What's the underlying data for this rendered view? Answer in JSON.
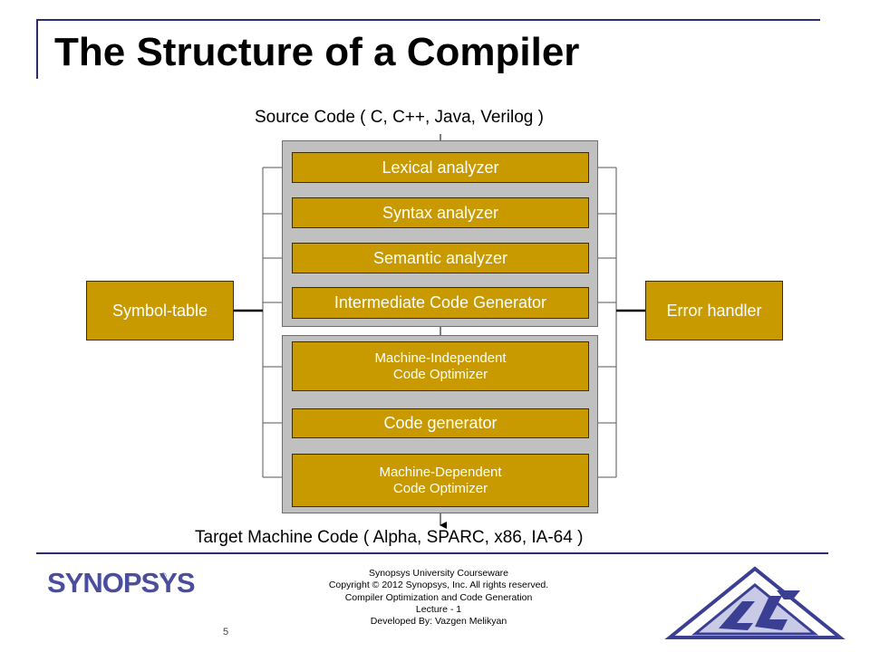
{
  "slide": {
    "title": "The Structure of a Compiler",
    "page_number": "5"
  },
  "diagram": {
    "input_label": "Source Code ( C, C++, Java, Verilog )",
    "output_label": "Target  Machine Code ( Alpha, SPARC, x86, IA-64 )",
    "front_end_stages": [
      {
        "label": "Lexical analyzer"
      },
      {
        "label": "Syntax analyzer"
      },
      {
        "label": "Semantic analyzer"
      },
      {
        "label": "Intermediate Code Generator"
      }
    ],
    "back_end_stages": [
      {
        "line1": "Machine-Independent",
        "line2": "Code Optimizer"
      },
      {
        "label": "Code generator"
      },
      {
        "line1": "Machine-Dependent",
        "line2": "Code Optimizer"
      }
    ],
    "symbol_table": "Symbol-table",
    "error_handler": "Error handler"
  },
  "footer": {
    "logo": "SYNOPSYS",
    "lines": [
      "Synopsys University Courseware",
      "Copyright © 2012 Synopsys, Inc. All rights reserved.",
      "Compiler Optimization and Code Generation",
      "Lecture - 1",
      "Developed By: Vazgen Melikyan"
    ]
  },
  "colors": {
    "stage_fill": "#c99a00",
    "group_fill": "#c0c0c0",
    "rule": "#2d2d6e",
    "logo": "#4a4e9c"
  }
}
